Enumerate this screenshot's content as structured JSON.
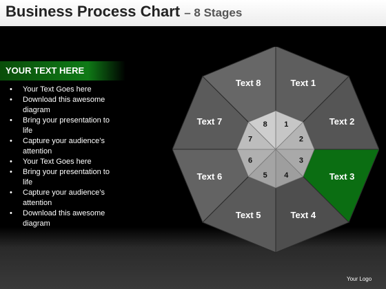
{
  "slide": {
    "title": "Business Process Chart",
    "subtitle": "– 8 Stages",
    "header": "YOUR TEXT HERE",
    "bullets": [
      "Your Text Goes here",
      "Download this awesome diagram",
      "Bring your presentation to life",
      "Capture your audience’s attention",
      "Your Text Goes here",
      "Bring your presentation to life",
      "Capture your audience’s attention",
      "Download this awesome diagram"
    ],
    "logo": "Your Logo"
  },
  "diagram": {
    "highlighted_segment": 3,
    "highlight_color": "#0b6e12",
    "segments": [
      {
        "label": "Text 1",
        "number": "1"
      },
      {
        "label": "Text 2",
        "number": "2"
      },
      {
        "label": "Text 3",
        "number": "3"
      },
      {
        "label": "Text 4",
        "number": "4"
      },
      {
        "label": "Text 5",
        "number": "5"
      },
      {
        "label": "Text 6",
        "number": "6"
      },
      {
        "label": "Text 7",
        "number": "7"
      },
      {
        "label": "Text 8",
        "number": "8"
      }
    ]
  }
}
